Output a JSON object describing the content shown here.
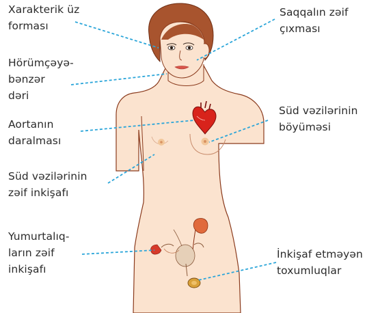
{
  "labels": {
    "face_shape": [
      "Xarakterik üz",
      "forması"
    ],
    "beard": [
      "Saqqalın zəif",
      "çıxması"
    ],
    "skin": [
      "Hörümçəyə-",
      "bənzər",
      "dəri"
    ],
    "aorta": [
      "Aortanın",
      "daralması"
    ],
    "breast_growth": [
      "Süd vəzilərinin",
      "böyüməsi"
    ],
    "breast_weak": [
      "Süd vəzilərinin",
      "zəif inkişafı"
    ],
    "ovaries": [
      "Yumurtalıq-",
      "ların zəif",
      "inkişafı"
    ],
    "testes": [
      "İnkişaf etməyən",
      "toxumluqlar"
    ]
  },
  "colors": {
    "skin": "#fbe3cf",
    "skin_outline": "#8a3a1c",
    "hair": "#a8542e",
    "leader_line": "#2aa5d9",
    "heart": "#d8231b",
    "nipple": "#e9b27a",
    "text": "#2b2b2b"
  },
  "icons": {
    "heart": "heart-icon",
    "kidney": "kidney-icon",
    "ovary": "ovary-icon",
    "testis": "testis-icon"
  }
}
